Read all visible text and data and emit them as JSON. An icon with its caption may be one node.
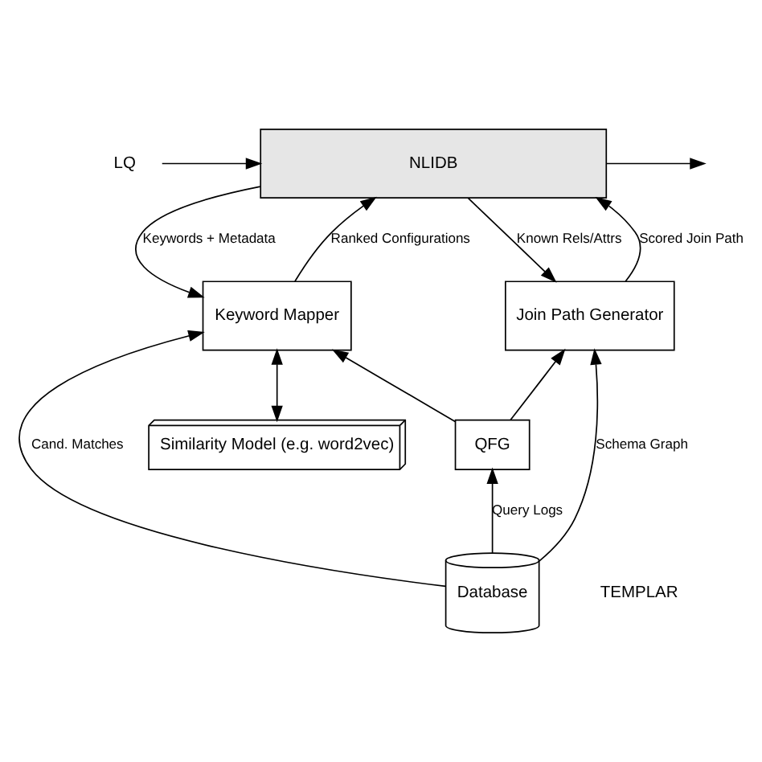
{
  "diagram": {
    "nodes": [
      {
        "text": [
          "NLIDB"
        ]
      },
      {
        "text": [
          "Keyword Mapper"
        ]
      },
      {
        "text": [
          "Join Path Generator"
        ]
      },
      {
        "text": [
          "Similarity Model (e.g. word2vec)"
        ]
      },
      {
        "text": [
          "QFG"
        ]
      },
      {
        "text": [
          "Database"
        ]
      },
      {
        "text": [
          "LQ"
        ]
      }
    ],
    "edges": [
      {
        "from": 6,
        "to": 0,
        "arrow": "to"
      },
      {
        "from": 0,
        "to": null,
        "arrow": "to"
      },
      {
        "from": 0,
        "to": 1,
        "arrow": "to",
        "label": "Keywords + Metadata"
      },
      {
        "from": 1,
        "to": 0,
        "arrow": "to",
        "label": "Ranked Configurations"
      },
      {
        "from": 0,
        "to": 2,
        "arrow": "to",
        "label": "Known Rels/Attrs"
      },
      {
        "from": 2,
        "to": 0,
        "arrow": "to",
        "label": "Scored Join Path"
      },
      {
        "from": 1,
        "to": 3,
        "arrow": "both"
      },
      {
        "from": 5,
        "to": 1,
        "arrow": "to",
        "label": "Cand. Matches"
      },
      {
        "from": 4,
        "to": 1,
        "arrow": "to"
      },
      {
        "from": 4,
        "to": 2,
        "arrow": "to"
      },
      {
        "from": 5,
        "to": 4,
        "arrow": "to",
        "label": "Query Logs"
      },
      {
        "from": 5,
        "to": 2,
        "arrow": "to",
        "label": "Schema Graph"
      }
    ],
    "labels": [
      "TEMPLAR"
    ]
  }
}
